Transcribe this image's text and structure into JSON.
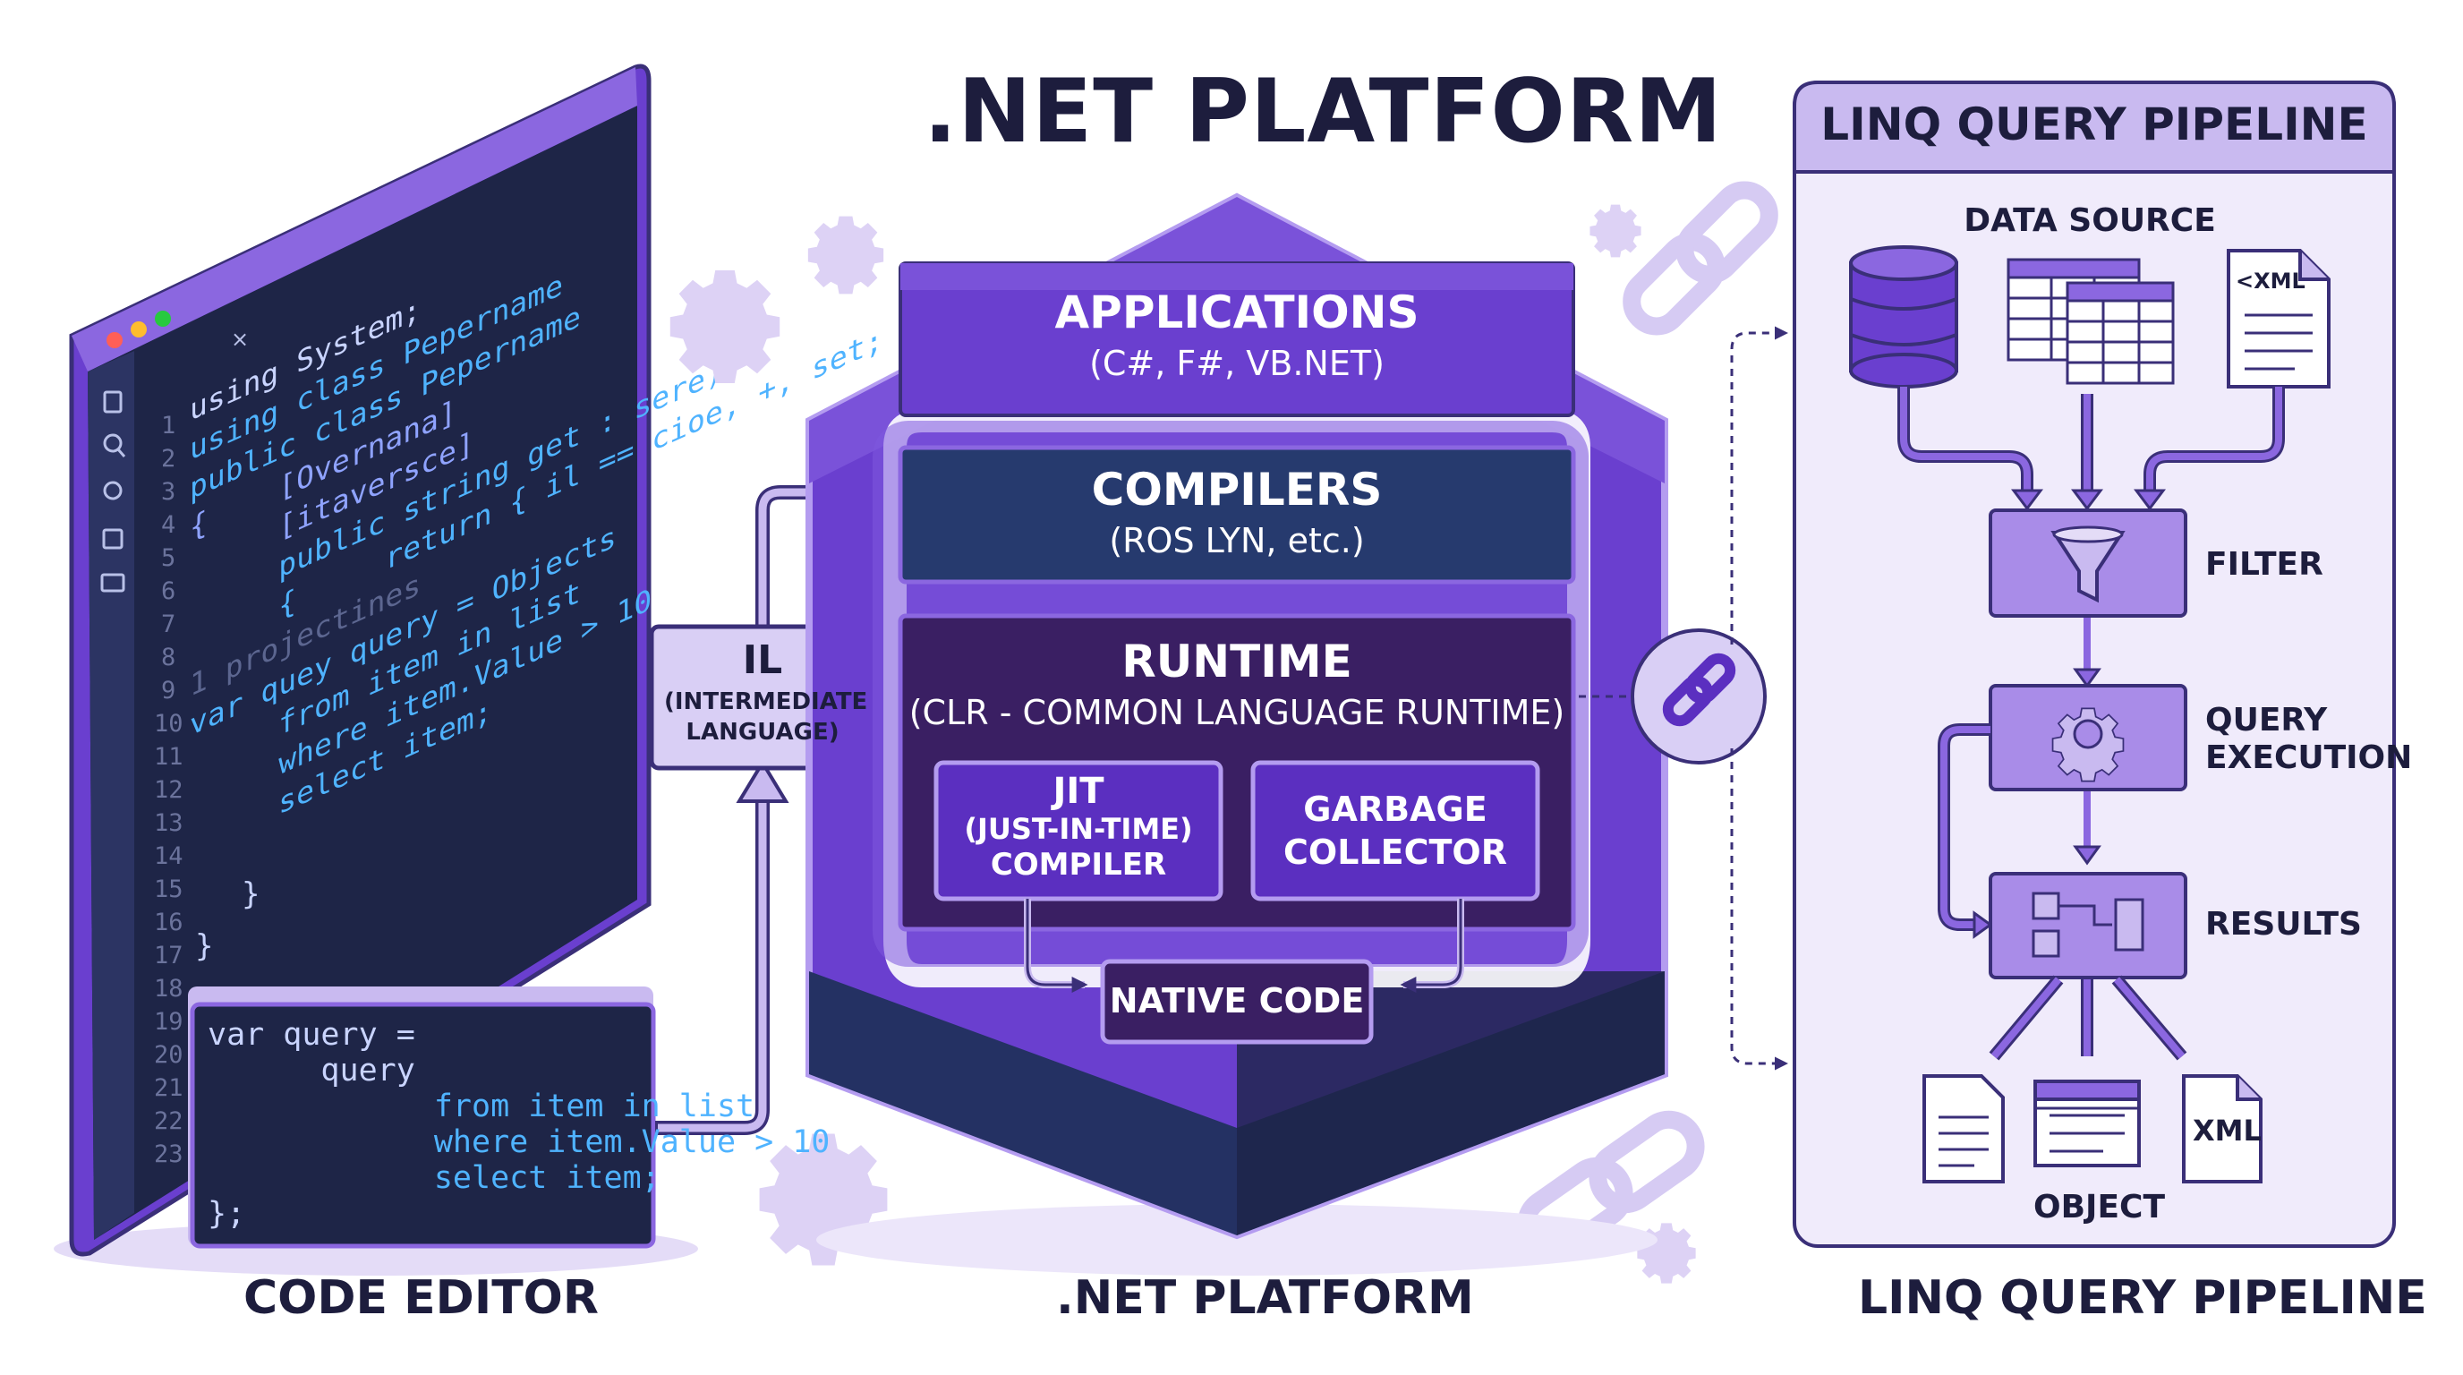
{
  "title": ".NET PLATFORM",
  "editor": {
    "close_glyph": "×",
    "line_numbers": [
      "1",
      "2",
      "3",
      "4",
      "5",
      "6",
      "7",
      "8",
      "9",
      "10",
      "11",
      "12",
      "13",
      "14",
      "15",
      "16",
      "17",
      "18",
      "19",
      "20",
      "21",
      "22",
      "23"
    ],
    "code_lines": [
      {
        "text": "using System;",
        "color": "#c9d4ff"
      },
      {
        "text": "using class Pepername",
        "color": "#4fb3ff"
      },
      {
        "text": "public class Pepername",
        "color": "#4fb3ff"
      },
      {
        "text": "{    [Overnana]",
        "color": "#8fa3ff"
      },
      {
        "text": "     [itaverscе]",
        "color": "#8fa3ff"
      },
      {
        "text": "     public string get : sere)",
        "color": "#4fb3ff"
      },
      {
        "text": "     {     return { il == cioe, +, set; }",
        "color": "#4fb3ff"
      },
      {
        "text": "1 projectines",
        "color": "#5c6690"
      },
      {
        "text": "var quey query = Objects",
        "color": "#4fb3ff"
      },
      {
        "text": "     from item in list",
        "color": "#4fb3ff"
      },
      {
        "text": "     where item.Value > 10",
        "color": "#4fb3ff"
      },
      {
        "text": "     select item;",
        "color": "#4fb3ff"
      }
    ],
    "snippet": [
      "var query =",
      "      query",
      "            from item in list",
      "            where item.Value > 10",
      "            select item;",
      "};"
    ],
    "caption": "CODE EDITOR"
  },
  "il_box": {
    "title": "IL",
    "subtitle": "(INTERMEDIATE LANGUAGE)"
  },
  "platform": {
    "applications": {
      "title": "APPLICATIONS",
      "subtitle": "(C#, F#, VB.NET)"
    },
    "compilers": {
      "title": "COMPILERS",
      "subtitle": "(ROS LYN, etc.)"
    },
    "runtime": {
      "title": "RUNTIME",
      "subtitle": "(CLR - COMMON LANGUAGE RUNTIME)"
    },
    "jit": {
      "line1": "JIT",
      "line2": "(JUST-IN-TIME)",
      "line3": "COMPILER"
    },
    "gc": {
      "line1": "GARBAGE",
      "line2": "COLLECTOR"
    },
    "native": "NATIVE CODE",
    "caption": ".NET PLATFORM"
  },
  "linq": {
    "header": "LINQ QUERY PIPELINE",
    "data_source": "DATA SOURCE",
    "xml_doc_label": "<XML",
    "filter": "FILTER",
    "query_execution_1": "QUERY",
    "query_execution_2": "EXECUTION",
    "results": "RESULTS",
    "output_xml": "XML",
    "object": "OBJECT",
    "caption": "LINQ QUERY PIPELINE"
  },
  "colors": {
    "purple_main": "#6a3fcf",
    "purple_light": "#c9baf0",
    "purple_pale": "#efe9fb",
    "navy": "#243163",
    "navy_dark": "#1d2447",
    "runtime_bg": "#3a1f63",
    "outline": "#3a2f78"
  }
}
